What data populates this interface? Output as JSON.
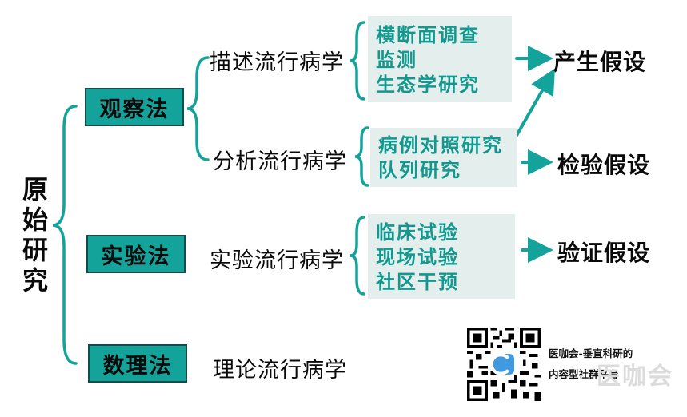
{
  "root": {
    "label": "原始\n研究"
  },
  "methods": [
    {
      "label": "观察法"
    },
    {
      "label": "实验法"
    },
    {
      "label": "数理法"
    }
  ],
  "branches": {
    "descriptive": "描述流行病学",
    "analytic": "分析流行病学",
    "experimental": "实验流行病学",
    "theoretical": "理论流行病学"
  },
  "studies": {
    "descriptive": [
      "横断面调查",
      "监测",
      "生态学研究"
    ],
    "analytic": [
      "病例对照研究",
      "队列研究"
    ],
    "experimental": [
      "临床试验",
      "现场试验",
      "社区干预"
    ]
  },
  "results": {
    "generate": "产生假设",
    "test": "检验假设",
    "verify": "验证假设"
  },
  "footer": {
    "caption_line1": "医咖会-垂直科研的",
    "caption_line2": "内容型社群平台",
    "watermark": "医咖会"
  },
  "colors": {
    "teal": "#14a39a",
    "teal_text": "#12998f",
    "box_bg": "#e4eeed",
    "method_border": "#0e4f4c"
  }
}
